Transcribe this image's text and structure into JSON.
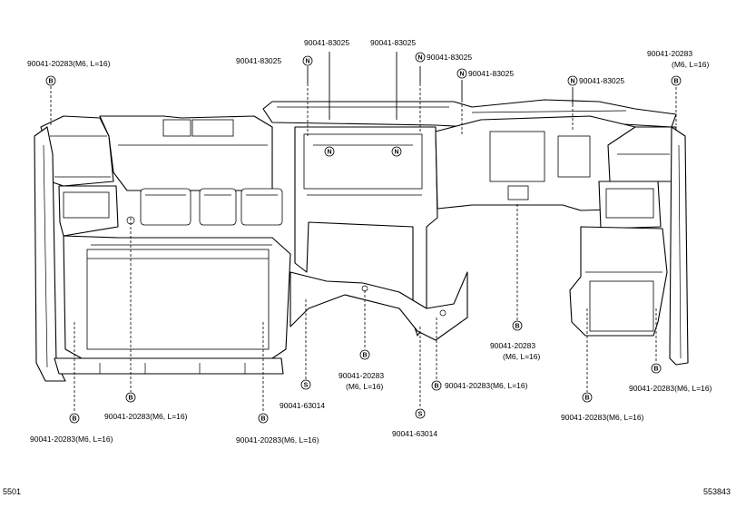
{
  "diagram": {
    "corner_left": "5501",
    "corner_right": "553843",
    "symbols": {
      "bolt": "B",
      "nut": "N",
      "screw": "S"
    },
    "labels": [
      {
        "id": "tl",
        "marker": "B",
        "part": "90041-20283",
        "spec": "(M6, L=16)",
        "layout": "inline"
      },
      {
        "id": "tr",
        "marker": "B",
        "part": "90041-20283",
        "spec": "(M6, L=16)",
        "layout": "stacked"
      },
      {
        "id": "n1",
        "marker": "N",
        "part": "90041-83025",
        "spec": "",
        "layout": "left-of-marker"
      },
      {
        "id": "n2",
        "marker": "N",
        "part": "90041-83025",
        "spec": "",
        "layout": "above"
      },
      {
        "id": "n3",
        "marker": "N",
        "part": "90041-83025",
        "spec": "",
        "layout": "above"
      },
      {
        "id": "n4",
        "marker": "N",
        "part": "90041-83025",
        "spec": "",
        "layout": "right-of-marker"
      },
      {
        "id": "n5",
        "marker": "N",
        "part": "90041-83025",
        "spec": "",
        "layout": "right-of-marker"
      },
      {
        "id": "n6",
        "marker": "N",
        "part": "90041-83025",
        "spec": "",
        "layout": "right-of-marker"
      },
      {
        "id": "bl1",
        "marker": "B",
        "part": "90041-20283",
        "spec": "(M6, L=16)",
        "layout": "inline"
      },
      {
        "id": "bl2",
        "marker": "B",
        "part": "90041-20283",
        "spec": "(M6, L=16)",
        "layout": "inline"
      },
      {
        "id": "bl3",
        "marker": "B",
        "part": "90041-20283",
        "spec": "(M6, L=16)",
        "layout": "inline"
      },
      {
        "id": "s1",
        "marker": "S",
        "part": "90041-63014",
        "spec": "",
        "layout": "below"
      },
      {
        "id": "bc",
        "marker": "B",
        "part": "90041-20283",
        "spec": "(M6, L=16)",
        "layout": "stacked"
      },
      {
        "id": "s2",
        "marker": "S",
        "part": "90041-63014",
        "spec": "",
        "layout": "below"
      },
      {
        "id": "br1",
        "marker": "B",
        "part": "90041-20283",
        "spec": "(M6, L=16)",
        "layout": "inline-right"
      },
      {
        "id": "bmr",
        "marker": "B",
        "part": "90041-20283",
        "spec": "(M6, L=16)",
        "layout": "stacked"
      },
      {
        "id": "br2",
        "marker": "B",
        "part": "90041-20283",
        "spec": "(M6, L=16)",
        "layout": "inline"
      },
      {
        "id": "br3",
        "marker": "B",
        "part": "90041-20283",
        "spec": "(M6, L=16)",
        "layout": "inline"
      }
    ]
  }
}
